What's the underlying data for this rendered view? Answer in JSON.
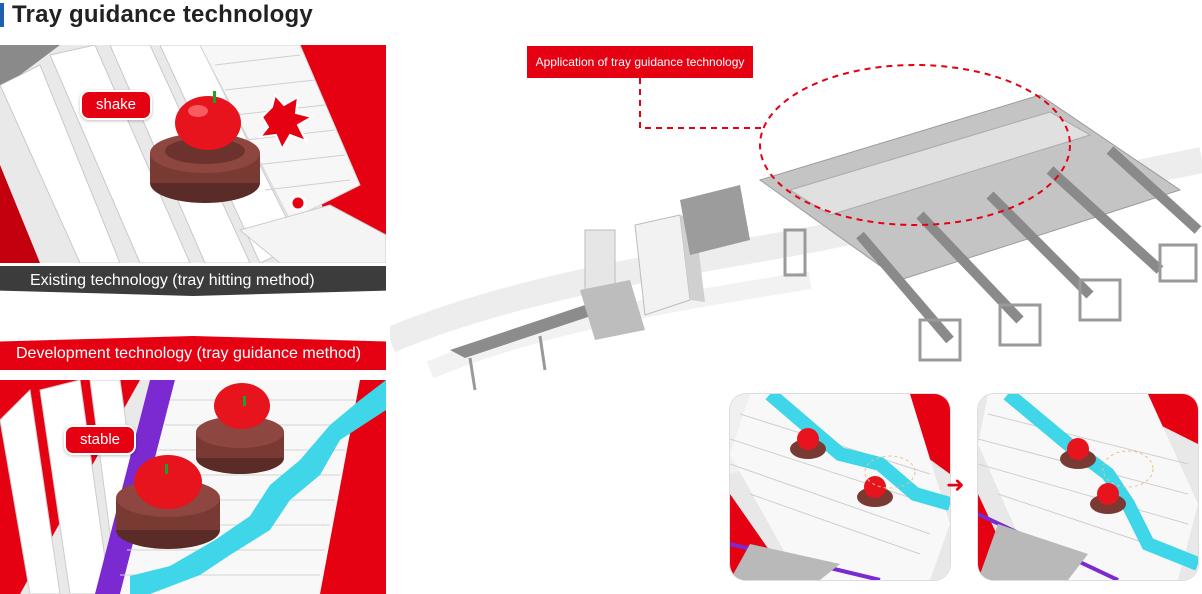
{
  "page": {
    "title": "Tray guidance technology"
  },
  "existing": {
    "badge": "shake",
    "caption": "Existing technology (tray hitting method)"
  },
  "development": {
    "caption": "Development technology (tray guidance method)",
    "badge": "stable"
  },
  "application": {
    "label": "Application of tray guidance technology"
  },
  "colors": {
    "accent": "#e50012",
    "dark_banner": "#3c3c3c",
    "title_bar": "#1f5fb0",
    "guide_cyan": "#3fd6ea"
  },
  "icons": {
    "transition": "arrow-right-icon"
  }
}
